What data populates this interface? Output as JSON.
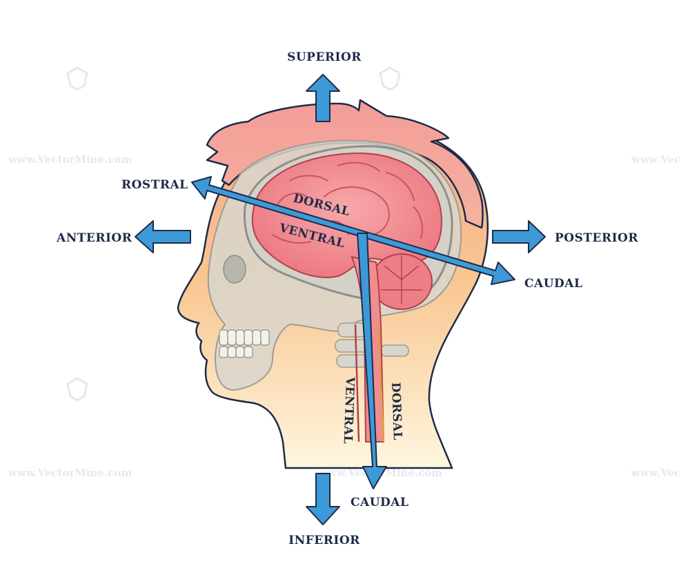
{
  "labels": {
    "superior": "SUPERIOR",
    "inferior": "INFERIOR",
    "anterior": "ANTERIOR",
    "posterior": "POSTERIOR",
    "rostral": "ROSTRAL",
    "caudal_brain": "CAUDAL",
    "caudal_spine": "CAUDAL",
    "dorsal_brain": "DORSAL",
    "ventral_brain": "VENTRAL",
    "ventral_spine": "VENTRAL",
    "dorsal_spine": "DORSAL"
  },
  "watermark": {
    "text": "www.VectorMine.com",
    "text_cut": "www.Vec"
  },
  "colors": {
    "arrow_fill": "#3d9ad8",
    "arrow_stroke": "#1e2a47",
    "hair": "#f2a7a1",
    "brain": "#ef7f86",
    "skull": "#d9d7cc",
    "skin_top": "#f7b38f",
    "skin_bottom": "#fdf1cf",
    "outline": "#1e2a47"
  }
}
